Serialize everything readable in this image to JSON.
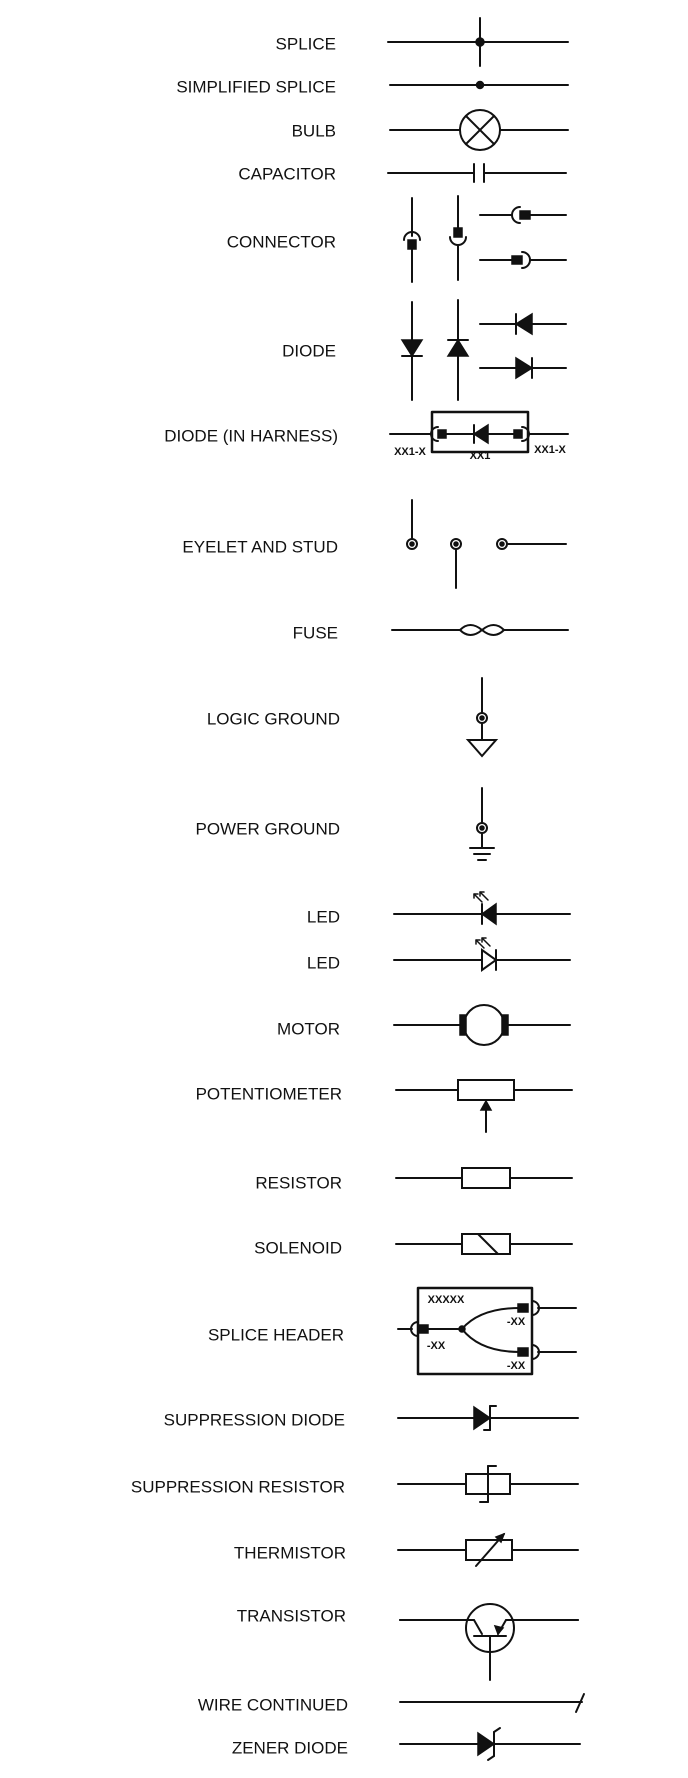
{
  "symbols": [
    {
      "label": "SPLICE",
      "icon": "splice-icon"
    },
    {
      "label": "SIMPLIFIED SPLICE",
      "icon": "simplified-splice-icon"
    },
    {
      "label": "BULB",
      "icon": "bulb-icon"
    },
    {
      "label": "CAPACITOR",
      "icon": "capacitor-icon"
    },
    {
      "label": "CONNECTOR",
      "icon": "connector-icon"
    },
    {
      "label": "DIODE",
      "icon": "diode-icon"
    },
    {
      "label": "DIODE (IN HARNESS)",
      "icon": "diode-in-harness-icon"
    },
    {
      "label": "EYELET AND STUD",
      "icon": "eyelet-and-stud-icon"
    },
    {
      "label": "FUSE",
      "icon": "fuse-icon"
    },
    {
      "label": "LOGIC GROUND",
      "icon": "logic-ground-icon"
    },
    {
      "label": "POWER GROUND",
      "icon": "power-ground-icon"
    },
    {
      "label": "LED",
      "icon": "led-icon"
    },
    {
      "label": "LED",
      "icon": "led-outline-icon"
    },
    {
      "label": "MOTOR",
      "icon": "motor-icon"
    },
    {
      "label": "POTENTIOMETER",
      "icon": "potentiometer-icon"
    },
    {
      "label": "RESISTOR",
      "icon": "resistor-icon"
    },
    {
      "label": "SOLENOID",
      "icon": "solenoid-icon"
    },
    {
      "label": "SPLICE HEADER",
      "icon": "splice-header-icon"
    },
    {
      "label": "SUPPRESSION DIODE",
      "icon": "suppression-diode-icon"
    },
    {
      "label": "SUPPRESSION RESISTOR",
      "icon": "suppression-resistor-icon"
    },
    {
      "label": "THERMISTOR",
      "icon": "thermistor-icon"
    },
    {
      "label": "TRANSISTOR",
      "icon": "transistor-icon"
    },
    {
      "label": "WIRE CONTINUED",
      "icon": "wire-continued-icon"
    },
    {
      "label": "ZENER DIODE",
      "icon": "zener-diode-icon"
    }
  ],
  "tags": {
    "harness_left": "XX1-X",
    "harness_center": "XX1",
    "harness_right": "XX1-X",
    "header_name": "XXXXX",
    "header_left": "-XX",
    "header_top": "-XX",
    "header_bottom": "-XX"
  }
}
